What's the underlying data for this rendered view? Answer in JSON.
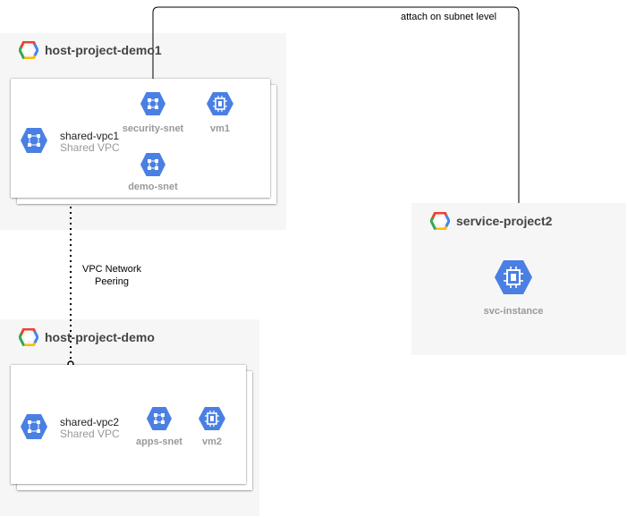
{
  "colors": {
    "zone_background": "#f6f6f6",
    "icon_blue": "#4a7fe3",
    "label_gray": "#999999"
  },
  "projects": {
    "host_demo1": {
      "title": "host-project-demo1",
      "icon": "gcp-logo-icon",
      "vpc": {
        "name": "shared-vpc1",
        "type": "Shared VPC",
        "icon": "vpc-network-icon"
      },
      "resources": [
        {
          "label": "security-snet",
          "icon": "subnet-icon"
        },
        {
          "label": "vm1",
          "icon": "compute-engine-icon"
        },
        {
          "label": "demo-snet",
          "icon": "subnet-icon"
        }
      ]
    },
    "host_demo": {
      "title": "host-project-demo",
      "icon": "gcp-logo-icon",
      "vpc": {
        "name": "shared-vpc2",
        "type": "Shared VPC",
        "icon": "vpc-network-icon"
      },
      "resources": [
        {
          "label": "apps-snet",
          "icon": "subnet-icon"
        },
        {
          "label": "vm2",
          "icon": "compute-engine-icon"
        }
      ]
    },
    "service2": {
      "title": "service-project2",
      "icon": "gcp-logo-icon",
      "resources": [
        {
          "label": "svc-instance",
          "icon": "compute-engine-icon"
        }
      ]
    }
  },
  "edges": {
    "peering": {
      "label_line1": "VPC Network",
      "label_line2": "Peering"
    },
    "attach": {
      "label": "attach on subnet level"
    }
  }
}
